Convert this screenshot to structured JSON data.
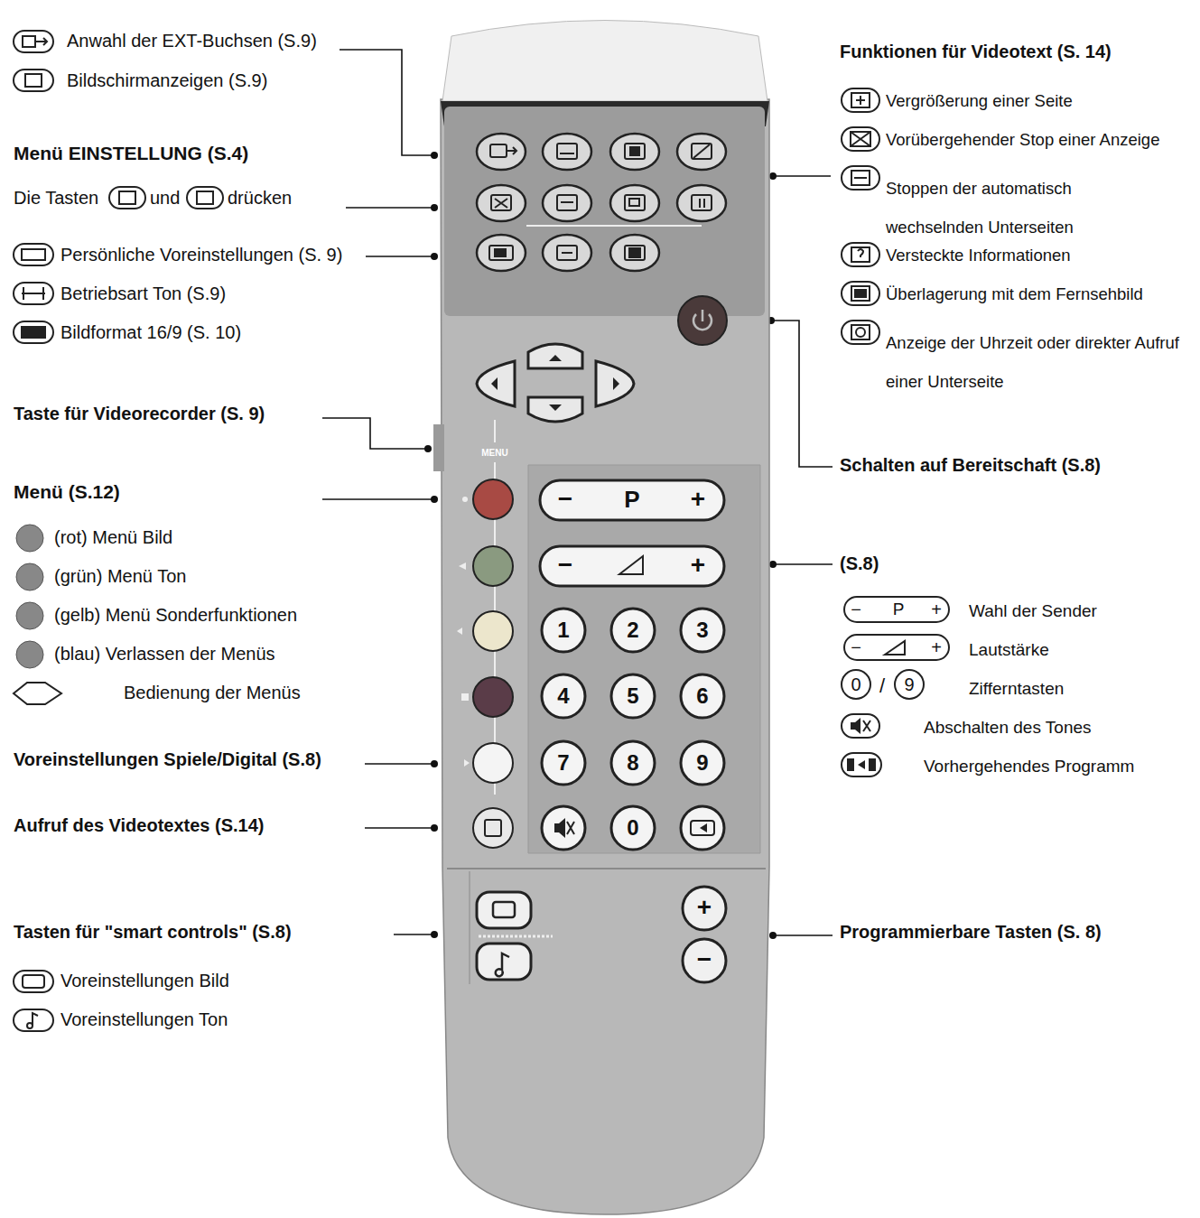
{
  "diagram": {
    "labels": [
      "Anwahl der EXT-Buchsen (S.9)",
      "Bildschirmanzeigen (S.9)",
      "Menü EINSTELLUNG (S.4)",
      "Die Tasten",
      "und",
      "drücken",
      "Persönliche Voreinstellungen (S. 9)",
      "Betriebsart Ton (S.9)",
      "Bildformat 16/9 (S. 10)",
      "Taste für Videorecorder (S. 9)",
      "Menü (S.12)",
      "(rot) Menü Bild",
      "(grün) Menü Ton",
      "(gelb) Menü Sonderfunktionen",
      "(blau) Verlassen der Menüs",
      "Bedienung der Menüs",
      "Voreinstellungen Spiele/Digital (S.8)",
      "Aufruf des Videotextes (S.14)",
      "Tasten für \"smart controls\" (S.8)",
      "Voreinstellungen Bild",
      "Voreinstellungen Ton",
      "Funktionen für Videotext (S. 14)",
      "Vergrößerung einer Seite",
      "Vorübergehender Stop einer Anzeige",
      "Stoppen der automatisch wechselnden Unterseiten",
      "Versteckte Informationen",
      "Überlagerung mit dem Fernsehbild",
      "Anzeige der Uhrzeit oder direkter Aufruf einer Unterseite",
      "Schalten auf Bereitschaft (S.8)",
      "(S.8)",
      "−",
      "P",
      "+",
      "Wahl der Sender",
      "−",
      "+",
      "Lautstärke",
      "0",
      "/",
      "9",
      "Zifferntasten",
      "Abschalten des Tones",
      "Vorhergehendes Programm",
      "Programmierbare Tasten (S. 8)",
      "MENU",
      "−",
      "P",
      "+",
      "−",
      "+",
      "1",
      "2",
      "3",
      "4",
      "5",
      "6",
      "7",
      "8",
      "9",
      "0",
      "+",
      "−"
    ]
  }
}
